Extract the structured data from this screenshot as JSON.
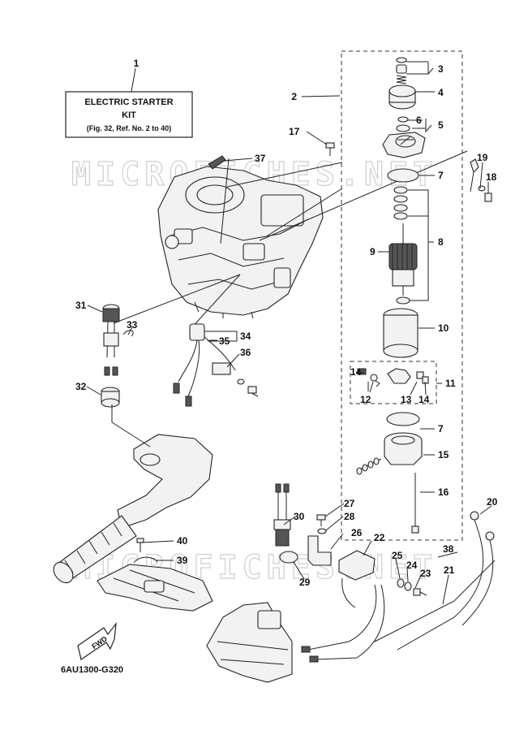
{
  "kit_label": {
    "line1": "ELECTRIC STARTER",
    "line2": "KIT",
    "line3": "(Fig. 32, Ref. No. 2 to 40)"
  },
  "watermark": "MICROFICHES.NET",
  "diagram_code": "6AU1300-G320",
  "fwd_label": "FWD",
  "callouts": [
    "1",
    "2",
    "3",
    "4",
    "5",
    "6",
    "7",
    "8",
    "9",
    "10",
    "11",
    "12",
    "13",
    "14",
    "14",
    "15",
    "16",
    "17",
    "18",
    "19",
    "7",
    "20",
    "21",
    "22",
    "23",
    "24",
    "25",
    "26",
    "27",
    "28",
    "29",
    "30",
    "31",
    "32",
    "33",
    "34",
    "35",
    "36",
    "37",
    "38",
    "39",
    "40"
  ]
}
